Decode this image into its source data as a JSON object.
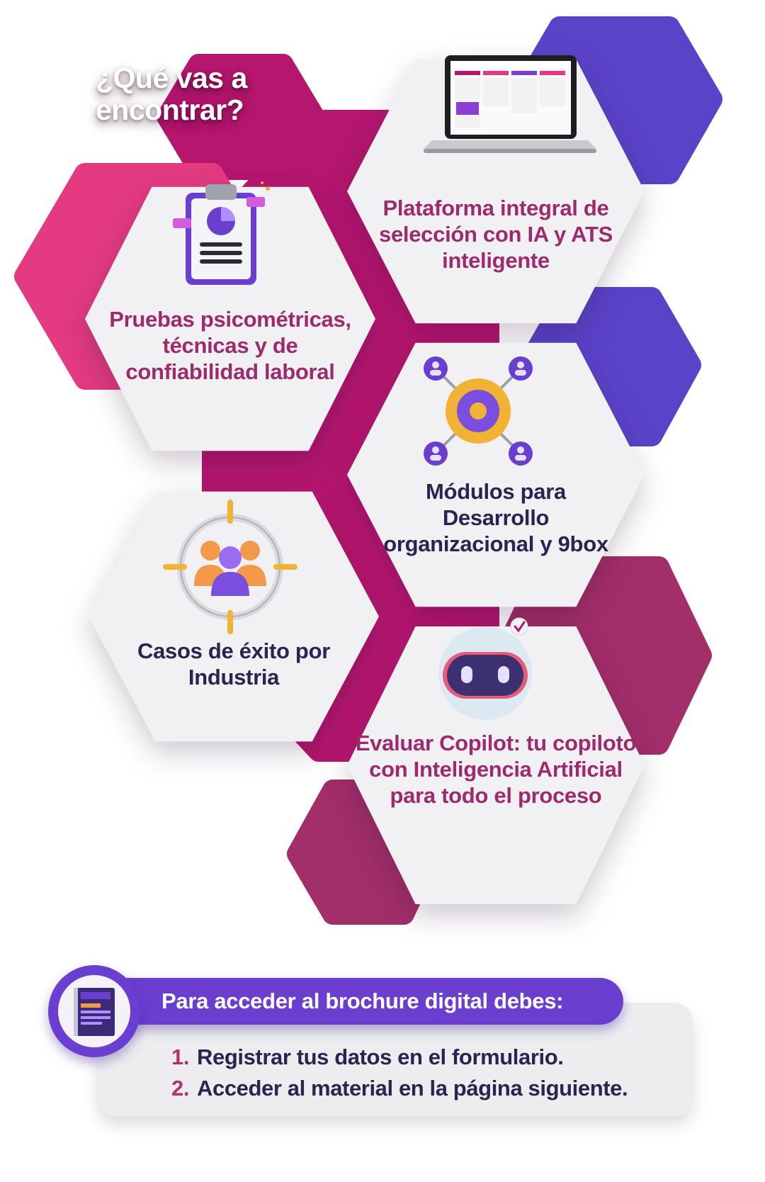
{
  "header": {
    "title": "¿Qué vas a encontrar?"
  },
  "colors": {
    "magenta": "#b5166e",
    "pink": "#e33a82",
    "plum": "#a22e6a",
    "violet": "#5b43c9",
    "label_magenta": "#9e2a6e",
    "label_navy": "#2b2350",
    "pill": "#6a3fd0"
  },
  "features": [
    {
      "label": "Plataforma integral de selección con IA y ATS inteligente",
      "icon": "laptop-icon",
      "color": "magenta"
    },
    {
      "label": "Pruebas psicométricas, técnicas y de confiabilidad laboral",
      "icon": "clipboard-chart-icon",
      "color": "magenta"
    },
    {
      "label": "Módulos para Desarrollo organizacional y 9box",
      "icon": "gear-network-icon",
      "color": "navy"
    },
    {
      "label": "Casos de éxito por Industria",
      "icon": "target-team-icon",
      "color": "navy"
    },
    {
      "label": "Evaluar Copilot: tu copiloto con Inteligencia Artificial para todo el proceso",
      "icon": "robot-icon",
      "color": "magenta"
    }
  ],
  "access": {
    "heading": "Para acceder al brochure digital debes:",
    "steps": [
      {
        "num": "1.",
        "text": "Registrar tus datos en el formulario."
      },
      {
        "num": "2.",
        "text": "Acceder al material en la página siguiente."
      }
    ]
  }
}
